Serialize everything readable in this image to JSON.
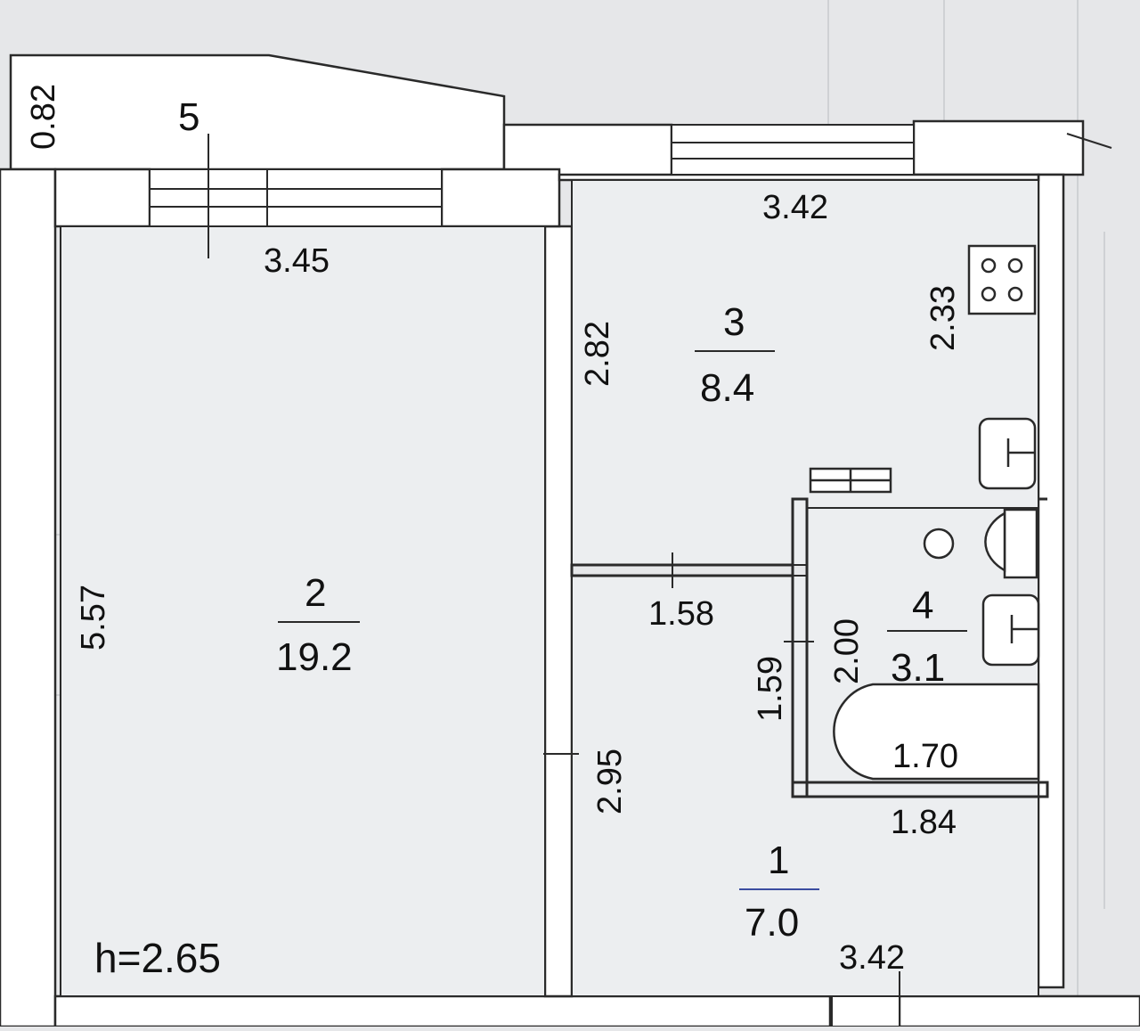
{
  "rooms": [
    {
      "number": "1",
      "area": "7.0"
    },
    {
      "number": "2",
      "area": "19.2"
    },
    {
      "number": "3",
      "area": "8.4"
    },
    {
      "number": "4",
      "area": "3.1"
    }
  ],
  "balcony": {
    "number": "5",
    "depth": "0.82"
  },
  "dimensions": {
    "room2_width": "3.45",
    "room2_length": "5.57",
    "room3_width": "3.42",
    "room3_left": "2.82",
    "room3_right": "2.33",
    "corridor_mid": "1.58",
    "room1_left": "2.95",
    "bath_side": "1.59",
    "bath_height": "2.00",
    "tub_length": "1.70",
    "bath_bottom": "1.84",
    "room1_bottom": "3.42"
  },
  "ceiling_height": "h=2.65",
  "colors": {
    "background": "#e6e7e9",
    "wall": "#ffffff",
    "line": "#2a2a2a"
  }
}
